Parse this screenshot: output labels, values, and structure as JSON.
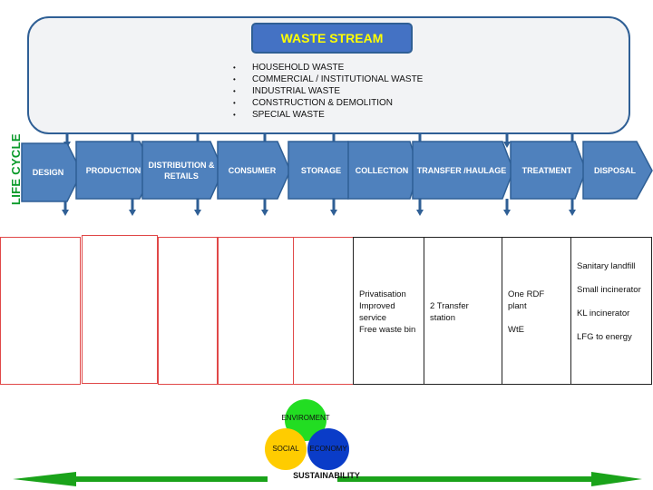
{
  "waste_stream": {
    "title": "WASTE STREAM",
    "items": [
      "HOUSEHOLD WASTE",
      "COMMERCIAL /  INSTITUTIONAL WASTE",
      "INDUSTRIAL WASTE",
      "CONSTRUCTION & DEMOLITION",
      "SPECIAL WASTE"
    ]
  },
  "life_cycle_label": "LIFE CYCLE",
  "stages": [
    {
      "label": "DESIGN"
    },
    {
      "label": "PRODUCTION"
    },
    {
      "label": "DISTRIBUTION & RETAILS"
    },
    {
      "label": "CONSUMER"
    },
    {
      "label": "STORAGE"
    },
    {
      "label": "COLLECTION"
    },
    {
      "label": "TRANSFER /HAULAGE"
    },
    {
      "label": "TREATMENT"
    },
    {
      "label": "DISPOSAL"
    }
  ],
  "details": {
    "collection": [
      "Privatisation",
      "Improved",
      "service",
      "Free waste bin"
    ],
    "transfer": [
      "2 Transfer",
      "station"
    ],
    "treatment": [
      "One RDF",
      "plant",
      "",
      "WtE"
    ],
    "disposal": [
      "Sanitary landfill",
      "",
      "Small incinerator",
      "",
      "KL incinerator",
      "",
      "LFG to energy"
    ]
  },
  "sustainability": {
    "circles": {
      "top": "ENVIROMENT",
      "left": "SOCIAL",
      "right": "ECONOMY"
    },
    "label": "SUSTAINABILITY"
  },
  "colors": {
    "stage_fill": "#4f81bd",
    "stage_border": "#2f5f95",
    "title_text": "#ffff00",
    "life_cycle_text": "#0a9a2a",
    "environment": "#22dd22",
    "social": "#ffcc00",
    "economy": "#0a3cc8",
    "arrow_green": "#1aa31a"
  }
}
